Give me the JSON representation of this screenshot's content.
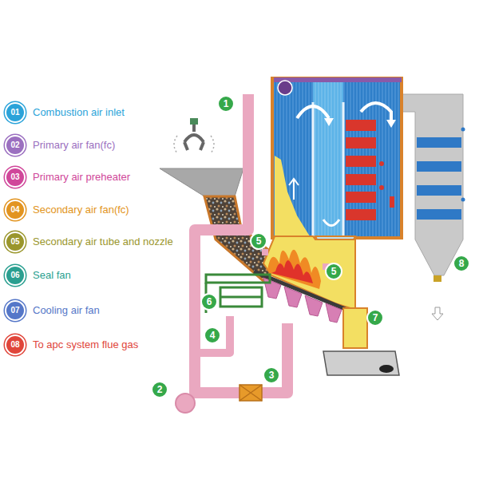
{
  "diagram": {
    "labels": [
      "01",
      "02",
      "03",
      "04",
      "05",
      "06",
      "07",
      "08",
      "1",
      "5",
      "6",
      "4",
      "2",
      "3",
      "5",
      "7",
      "8"
    ],
    "legend": [
      {
        "text": "Combustion air inlet",
        "color": "#2ba3d9"
      },
      {
        "text": "Primary air fan(fc)",
        "color": "#9b6fc0"
      },
      {
        "text": "Primary air preheater",
        "color": "#d0479a"
      },
      {
        "text": "Secondary air fan(fc)",
        "color": "#e29420"
      },
      {
        "text": "Secondary air tube and nozzle",
        "color": "#9a962c"
      },
      {
        "text": "Seal fan",
        "color": "#2a9f90"
      },
      {
        "text": "Cooling air fan",
        "color": "#5577c8"
      },
      {
        "text": "To apc system flue gas",
        "color": "#e0453a"
      }
    ]
  }
}
